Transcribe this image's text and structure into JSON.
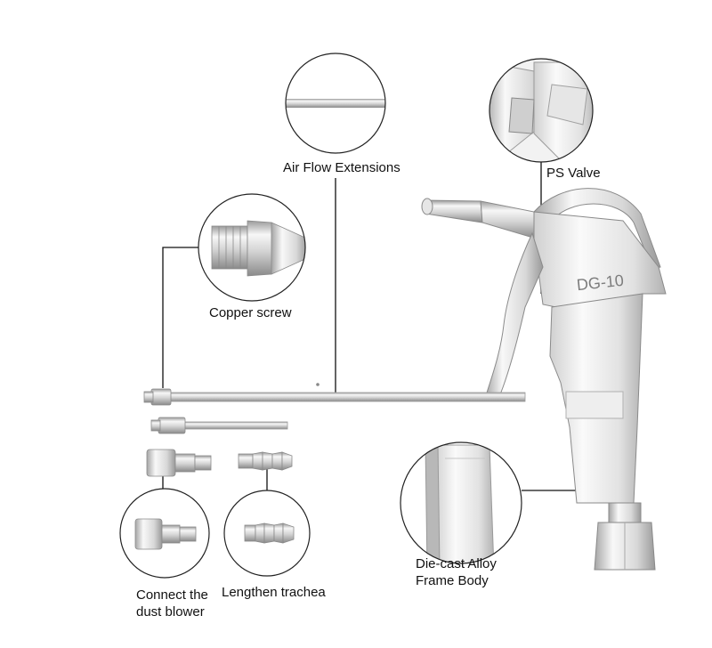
{
  "labels": {
    "air_flow": "Air Flow Extensions",
    "ps_valve": "PS Valve",
    "copper_screw": "Copper screw",
    "connect_line1": "Connect the",
    "connect_line2": "dust blower",
    "lengthen_trachea": "Lengthen trachea",
    "frame_line1": "Die-cast Alloy",
    "frame_line2": "Frame Body"
  },
  "gun_marking": "DG-10",
  "colors": {
    "metal_light": "#f4f4f4",
    "metal_mid": "#c9c9c9",
    "metal_dark": "#8e8e8e",
    "leader_line": "#111111",
    "circle_stroke": "#222222"
  },
  "icons": [
    "air-gun-icon",
    "extension-tube-icon",
    "copper-screw-fitting-icon",
    "quick-connector-icon",
    "hose-barb-icon"
  ]
}
